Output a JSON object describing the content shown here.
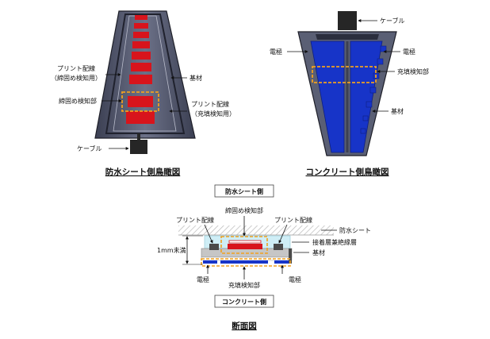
{
  "colors": {
    "sheet_body": "#5a5f74",
    "sheet_edge": "#2a2c3a",
    "sensor_red": "#d8141c",
    "electrode_blue": "#1734c8",
    "highlight": "#f0a020",
    "cable": "#262626"
  },
  "waterproof_view": {
    "label_print_tighten_l1": "プリント配線",
    "label_print_tighten_l2": "（締固め検知用）",
    "label_tighten_sensor": "締固め検知部",
    "label_base": "基材",
    "label_print_fill_l1": "プリント配線",
    "label_print_fill_l2": "（充填検知用）",
    "label_cable": "ケーブル",
    "caption": "防水シート側鳥瞰図"
  },
  "concrete_view": {
    "label_cable": "ケーブル",
    "label_electrode_left": "電極",
    "label_electrode_right": "電極",
    "label_fill_sensor": "充填検知部",
    "label_base": "基材",
    "caption": "コンクリート側鳥瞰図"
  },
  "section": {
    "top_box": "防水シート側",
    "bottom_box": "コンクリート側",
    "label_tighten_sensor": "締固め検知部",
    "label_print_left": "プリント配線",
    "label_print_right": "プリント配線",
    "label_waterproof_sheet": "防水シート",
    "label_adhesive_layer": "接着層兼絶縁層",
    "label_base": "基材",
    "label_thickness": "1mm未満",
    "label_electrode_left": "電極",
    "label_electrode_right": "電極",
    "label_fill_sensor": "充填検知部",
    "caption": "断面図"
  }
}
